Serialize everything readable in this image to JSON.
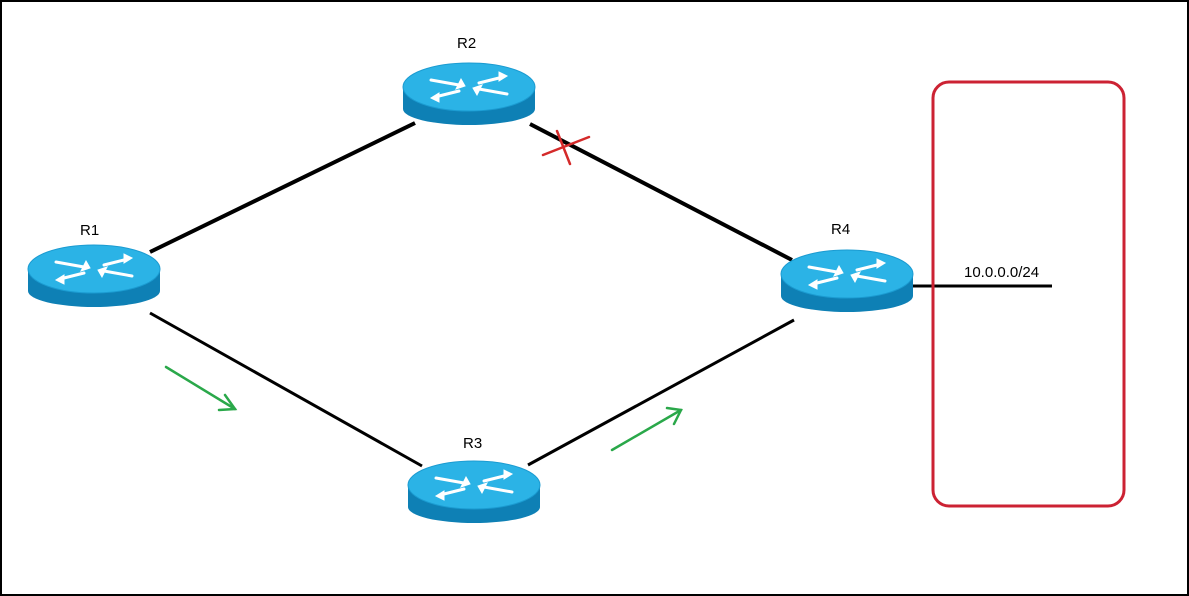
{
  "routers": [
    {
      "id": "r1",
      "label": "R1"
    },
    {
      "id": "r2",
      "label": "R2"
    },
    {
      "id": "r3",
      "label": "R3"
    },
    {
      "id": "r4",
      "label": "R4"
    }
  ],
  "links": [
    {
      "from": "R1",
      "to": "R2",
      "status": "up"
    },
    {
      "from": "R2",
      "to": "R4",
      "status": "failed"
    },
    {
      "from": "R1",
      "to": "R3",
      "status": "up"
    },
    {
      "from": "R3",
      "to": "R4",
      "status": "up"
    }
  ],
  "network": {
    "label": "10.0.0.0/24",
    "attached_to": "R4"
  },
  "traffic_path": [
    "R1",
    "R3",
    "R4"
  ],
  "colors": {
    "router_top": "#2bb3e6",
    "router_side": "#0e80b5",
    "link": "#000000",
    "failure_mark": "#d42a2a",
    "flow_arrow": "#2aa84a",
    "network_box": "#cc2233"
  },
  "icons": {
    "router": "router-icon",
    "failure": "x-mark-icon",
    "flow": "arrow-icon"
  }
}
